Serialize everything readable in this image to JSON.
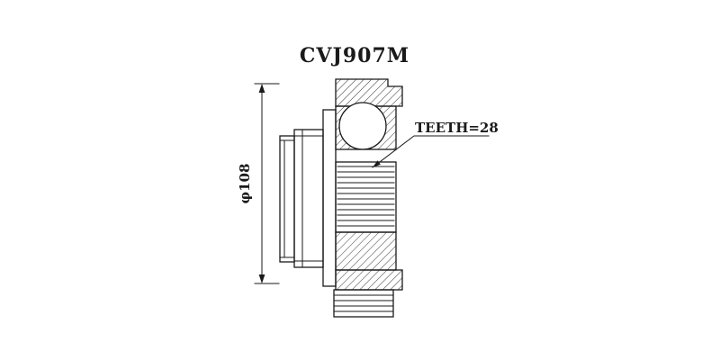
{
  "meta": {
    "background": "#ffffff",
    "line_color": "#1a1a1a",
    "hatch_color": "#3a3a3a"
  },
  "diagram": {
    "title": "CVJ907M",
    "labels": {
      "diameter": "φ108",
      "teeth": "TEETH=28"
    }
  }
}
